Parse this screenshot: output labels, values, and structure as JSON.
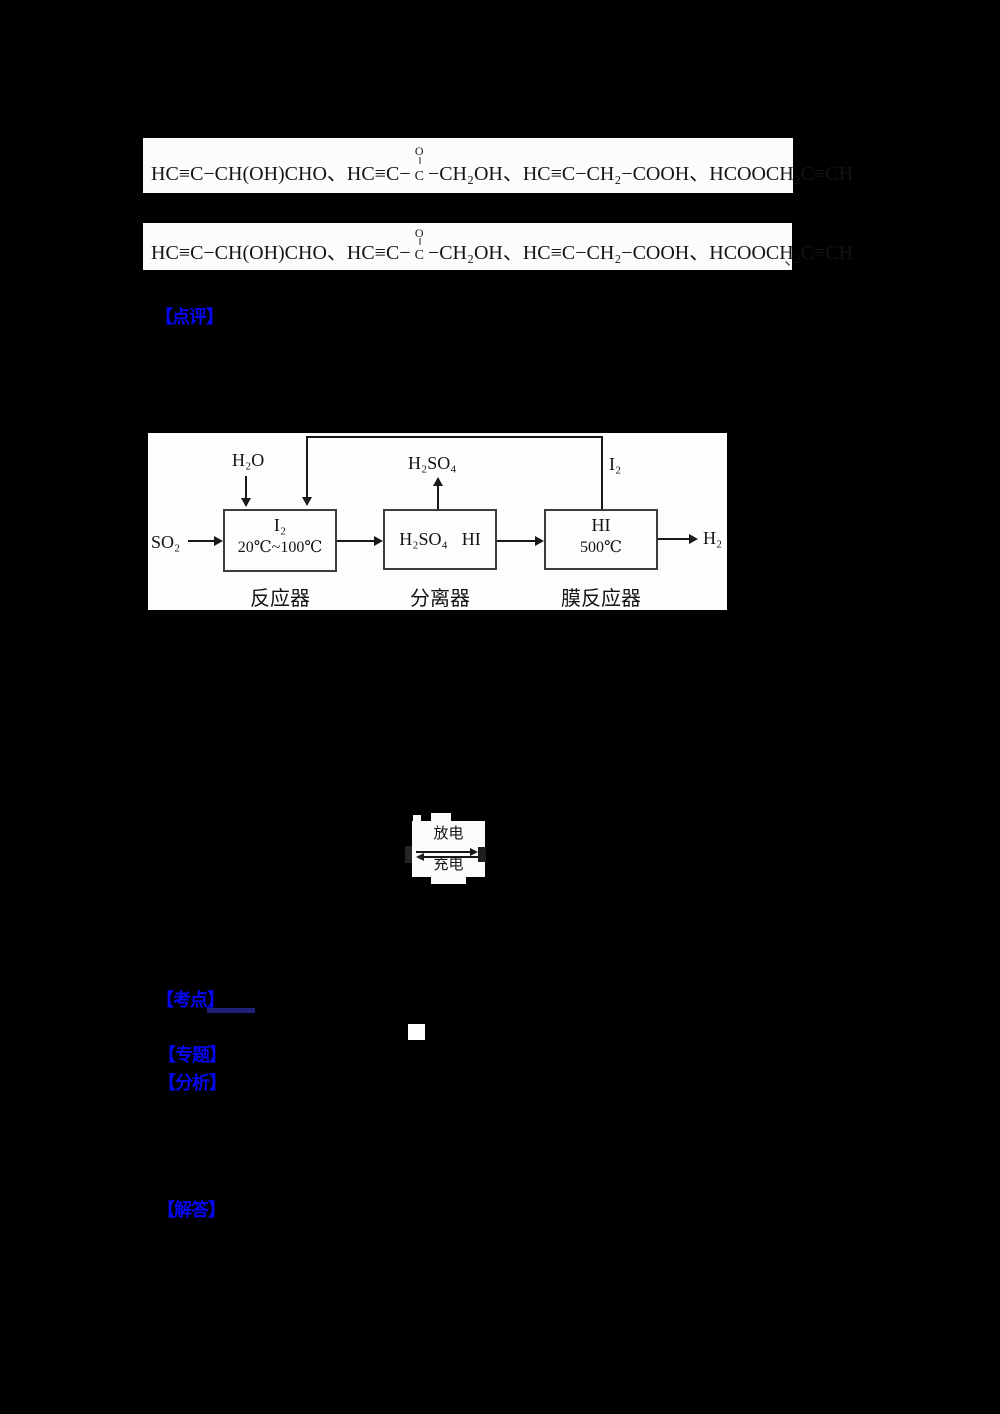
{
  "colors": {
    "page_bg": "#000000",
    "strip_bg": "#fcfcfc",
    "ink": "#141414",
    "marker_blue": "#0707f0",
    "underline_navy": "#20207a"
  },
  "formulas": {
    "row1": {
      "pre": "HC≡C−CH(OH)CHO、HC≡C−",
      "carbonyl_o": "O",
      "carbonyl_bond": "‖",
      "carbonyl_c": "C",
      "post": "−CH₂OH、HC≡C−CH₂−COOH、HCOOCH₂C≡CH"
    },
    "row2": {
      "pre": "HC≡C−CH(OH)CHO、HC≡C−",
      "carbonyl_o": "O",
      "carbonyl_bond": "‖",
      "carbonyl_c": "C",
      "post": "−CH₂OH、HC≡C−CH₂−COOH、HCOOCH₂C≡CH",
      "trailing": "、"
    }
  },
  "markers": {
    "comment_top": "【点评】",
    "exam_point": "【考点】",
    "topic": "【专题】",
    "analysis": "【分析】",
    "answer": "【解答】"
  },
  "diagram": {
    "feed_label": "SO₂",
    "water_label": "H₂O",
    "acid_out_label": "H₂SO₄",
    "iodine_recycle_label": "I₂",
    "product_label": "H₂",
    "reactor": {
      "line1": "I₂",
      "line2": "20℃~100℃",
      "caption": "反应器"
    },
    "separator": {
      "left": "H₂SO₄",
      "right": "HI",
      "caption": "分离器"
    },
    "membrane": {
      "line1": "HI",
      "line2": "500℃",
      "caption": "膜反应器"
    }
  },
  "battery": {
    "discharge_label": "放电",
    "charge_label": "充电"
  }
}
